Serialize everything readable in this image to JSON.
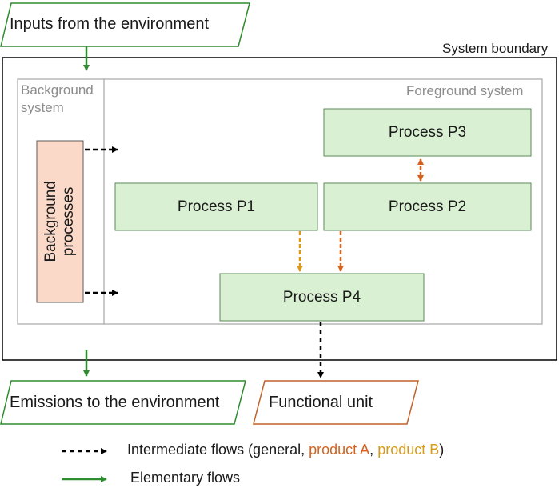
{
  "inputs_label": "Inputs from the environment",
  "system_boundary_label": "System boundary",
  "background_system_label": "Background system",
  "foreground_system_label": "Foreground system",
  "background_processes_label": "Background processes",
  "processes": {
    "p1": "Process P1",
    "p2": "Process P2",
    "p3": "Process P3",
    "p4": "Process P4"
  },
  "emissions_label": "Emissions to the environment",
  "functional_unit_label": "Functional unit",
  "legend": {
    "intermediate_prefix": "Intermediate flows (general, ",
    "product_a": "product A",
    "separator": ", ",
    "product_b": "product B",
    "suffix": ")",
    "elementary": "Elementary flows"
  },
  "colors": {
    "process_fill": "#d9f0d3",
    "process_stroke": "#5a8a5a",
    "background_fill": "#fbd9c9",
    "product_a": "#d9621a",
    "product_b": "#d99a1a",
    "elementary": "#2e8b2e",
    "general": "#000000"
  }
}
